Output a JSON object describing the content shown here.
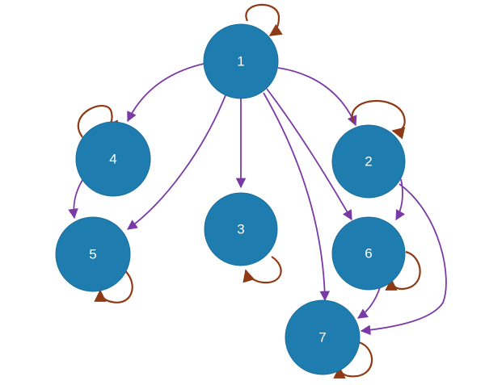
{
  "colors": {
    "node_fill": "#1f7cae",
    "edge": "#7a3aa6",
    "self_loop": "#8e3a14",
    "label": "#ffffff"
  },
  "nodes": [
    {
      "id": "1",
      "label": "1",
      "self_loop": true
    },
    {
      "id": "2",
      "label": "2",
      "self_loop": true
    },
    {
      "id": "3",
      "label": "3",
      "self_loop": true
    },
    {
      "id": "4",
      "label": "4",
      "self_loop": true
    },
    {
      "id": "5",
      "label": "5",
      "self_loop": true
    },
    {
      "id": "6",
      "label": "6",
      "self_loop": true
    },
    {
      "id": "7",
      "label": "7",
      "self_loop": true
    }
  ],
  "edges": [
    {
      "from": "1",
      "to": "4"
    },
    {
      "from": "1",
      "to": "5"
    },
    {
      "from": "1",
      "to": "3"
    },
    {
      "from": "1",
      "to": "7"
    },
    {
      "from": "1",
      "to": "6"
    },
    {
      "from": "1",
      "to": "2"
    },
    {
      "from": "4",
      "to": "5"
    },
    {
      "from": "2",
      "to": "6"
    },
    {
      "from": "2",
      "to": "7"
    },
    {
      "from": "6",
      "to": "7"
    }
  ]
}
